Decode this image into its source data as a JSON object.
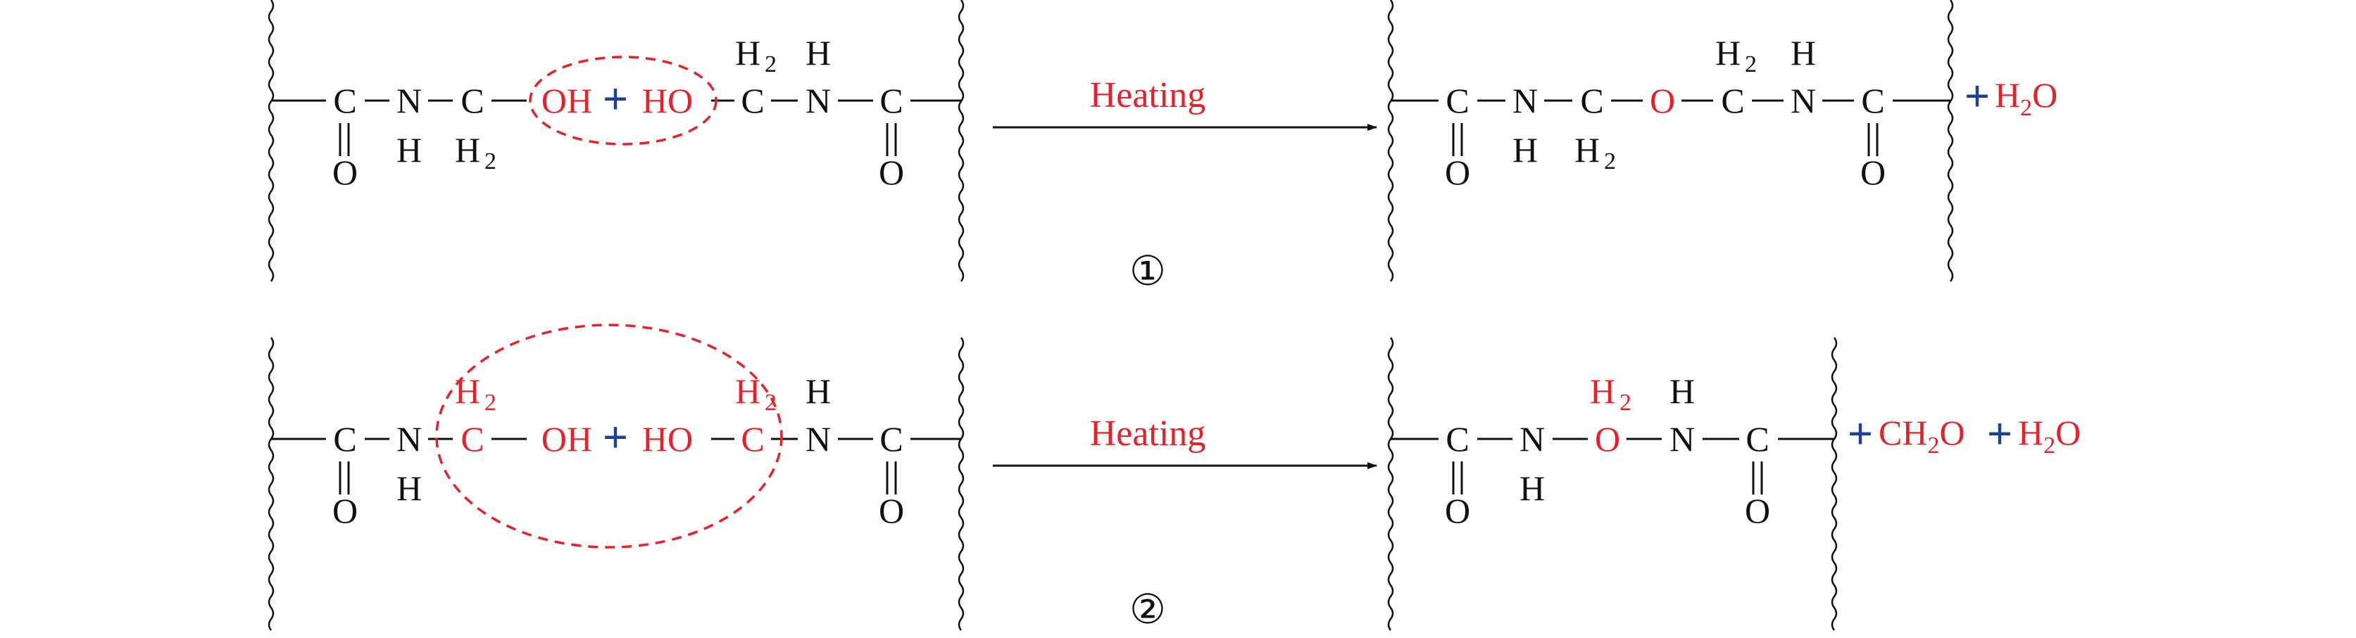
{
  "colors": {
    "black": "#111111",
    "red": "#e8202a",
    "blue": "#1f3f99"
  },
  "labels": {
    "C": "C",
    "N": "N",
    "O": "O",
    "H": "H",
    "H2": "H",
    "sub2": "2",
    "OH": "OH",
    "HO": "HO",
    "plus": "+"
  },
  "reactions": [
    {
      "condition": "Heating",
      "number": "①",
      "byproducts": [
        "H",
        "2",
        "O"
      ]
    },
    {
      "condition": "Heating",
      "number": "②",
      "byproducts_ch2o": [
        "CH",
        "2",
        "O"
      ],
      "byproducts_h2o": [
        "H",
        "2",
        "O"
      ]
    }
  ]
}
